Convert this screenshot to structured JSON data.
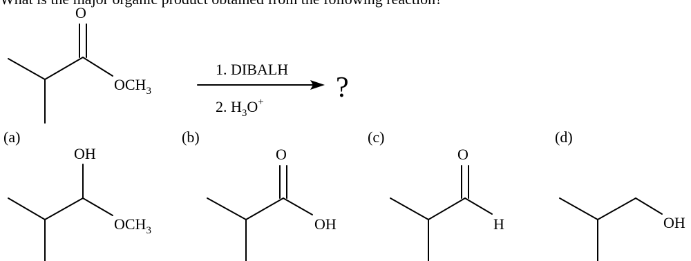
{
  "question": "What is the major organic product obtained from the following reaction?",
  "reactant": {
    "carbonyl_o": "O",
    "ester_group": {
      "main": "OCH",
      "sub": "3"
    }
  },
  "reagents": {
    "step1": "1. DIBALH",
    "step2": {
      "prefix": "2. H",
      "sub": "3",
      "base": "O",
      "sup": "+"
    }
  },
  "unknown": "?",
  "options": [
    {
      "label": "(a)",
      "top_group": "OH",
      "side_group": {
        "main": "OCH",
        "sub": "3"
      }
    },
    {
      "label": "(b)",
      "top_group": "O",
      "side_group": "OH"
    },
    {
      "label": "(c)",
      "top_group": "O",
      "side_group": "H"
    },
    {
      "label": "(d)",
      "side_group": "OH"
    }
  ]
}
